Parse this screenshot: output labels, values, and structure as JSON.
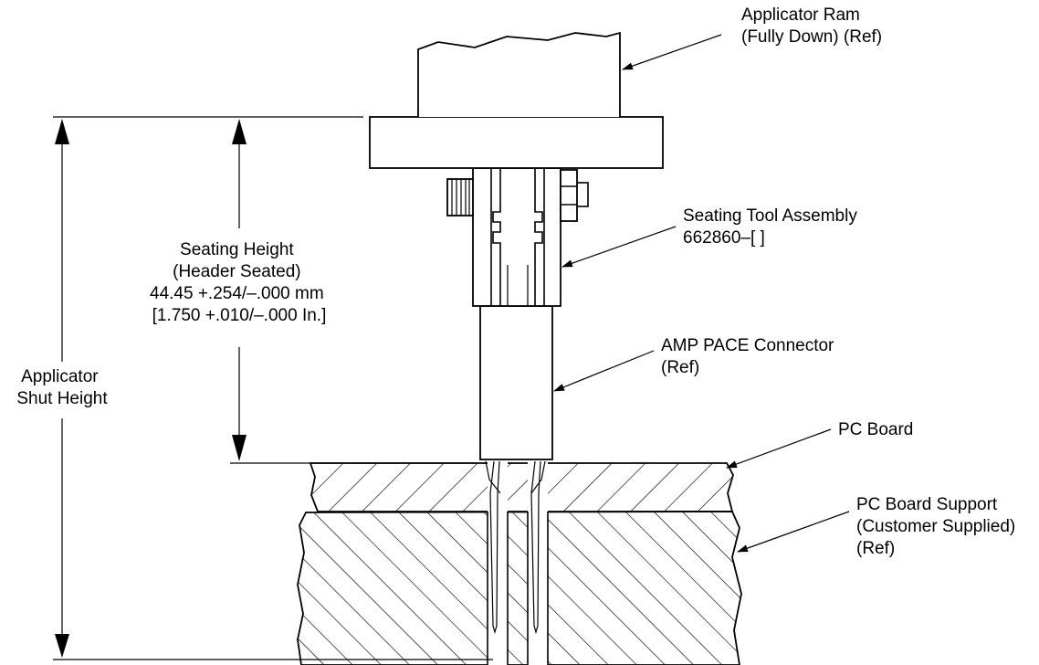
{
  "colors": {
    "ink": "#000000",
    "paper": "#ffffff"
  },
  "labels": {
    "applicator_ram": [
      "Applicator Ram",
      "(Fully Down) (Ref)"
    ],
    "seating_tool": [
      "Seating Tool Assembly",
      "662860–[ ]"
    ],
    "seating_height": [
      "Seating Height",
      "(Header Seated)",
      "44.45 +.254/–.000 mm",
      "[1.750 +.010/–.000 In.]"
    ],
    "amp_connector": [
      "AMP PACE Connector",
      "(Ref)"
    ],
    "pc_board": [
      "PC Board"
    ],
    "pc_board_support": [
      "PC Board Support",
      "(Customer Supplied)",
      "(Ref)"
    ],
    "shut_height": [
      "Applicator",
      "Shut Height"
    ]
  }
}
